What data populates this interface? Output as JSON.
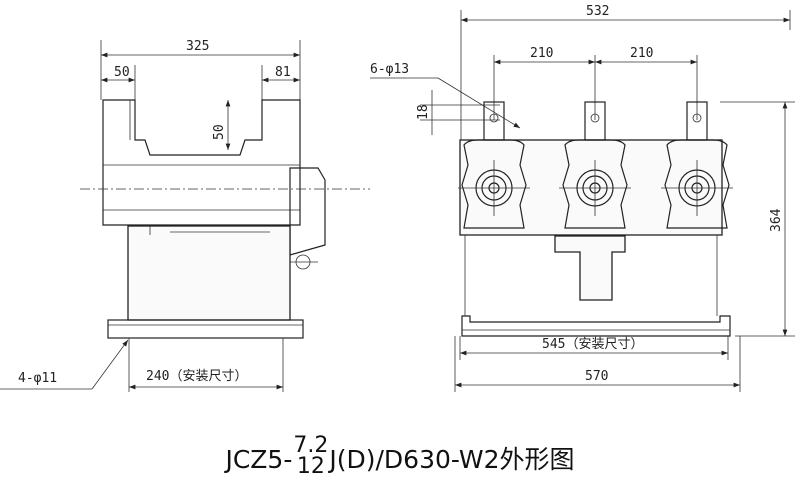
{
  "title": {
    "prefix": "JCZ5-",
    "voltage_top": "7.2",
    "voltage_bottom": "12",
    "suffix": "J(D)/D630-W2外形图"
  },
  "left_view": {
    "dim_width": "325",
    "dim_left_offset": "50",
    "dim_right_offset": "81",
    "dim_notch_height": "50",
    "mount_holes": "4-φ11",
    "dim_mount": "240（安装尺寸）"
  },
  "right_view": {
    "dim_width": "532",
    "dim_pitch_1": "210",
    "dim_pitch_2": "210",
    "terminal_holes": "6-φ13",
    "dim_hole_offset": "18",
    "dim_height": "364",
    "dim_mount": "545（安装尺寸）",
    "dim_base": "570"
  }
}
